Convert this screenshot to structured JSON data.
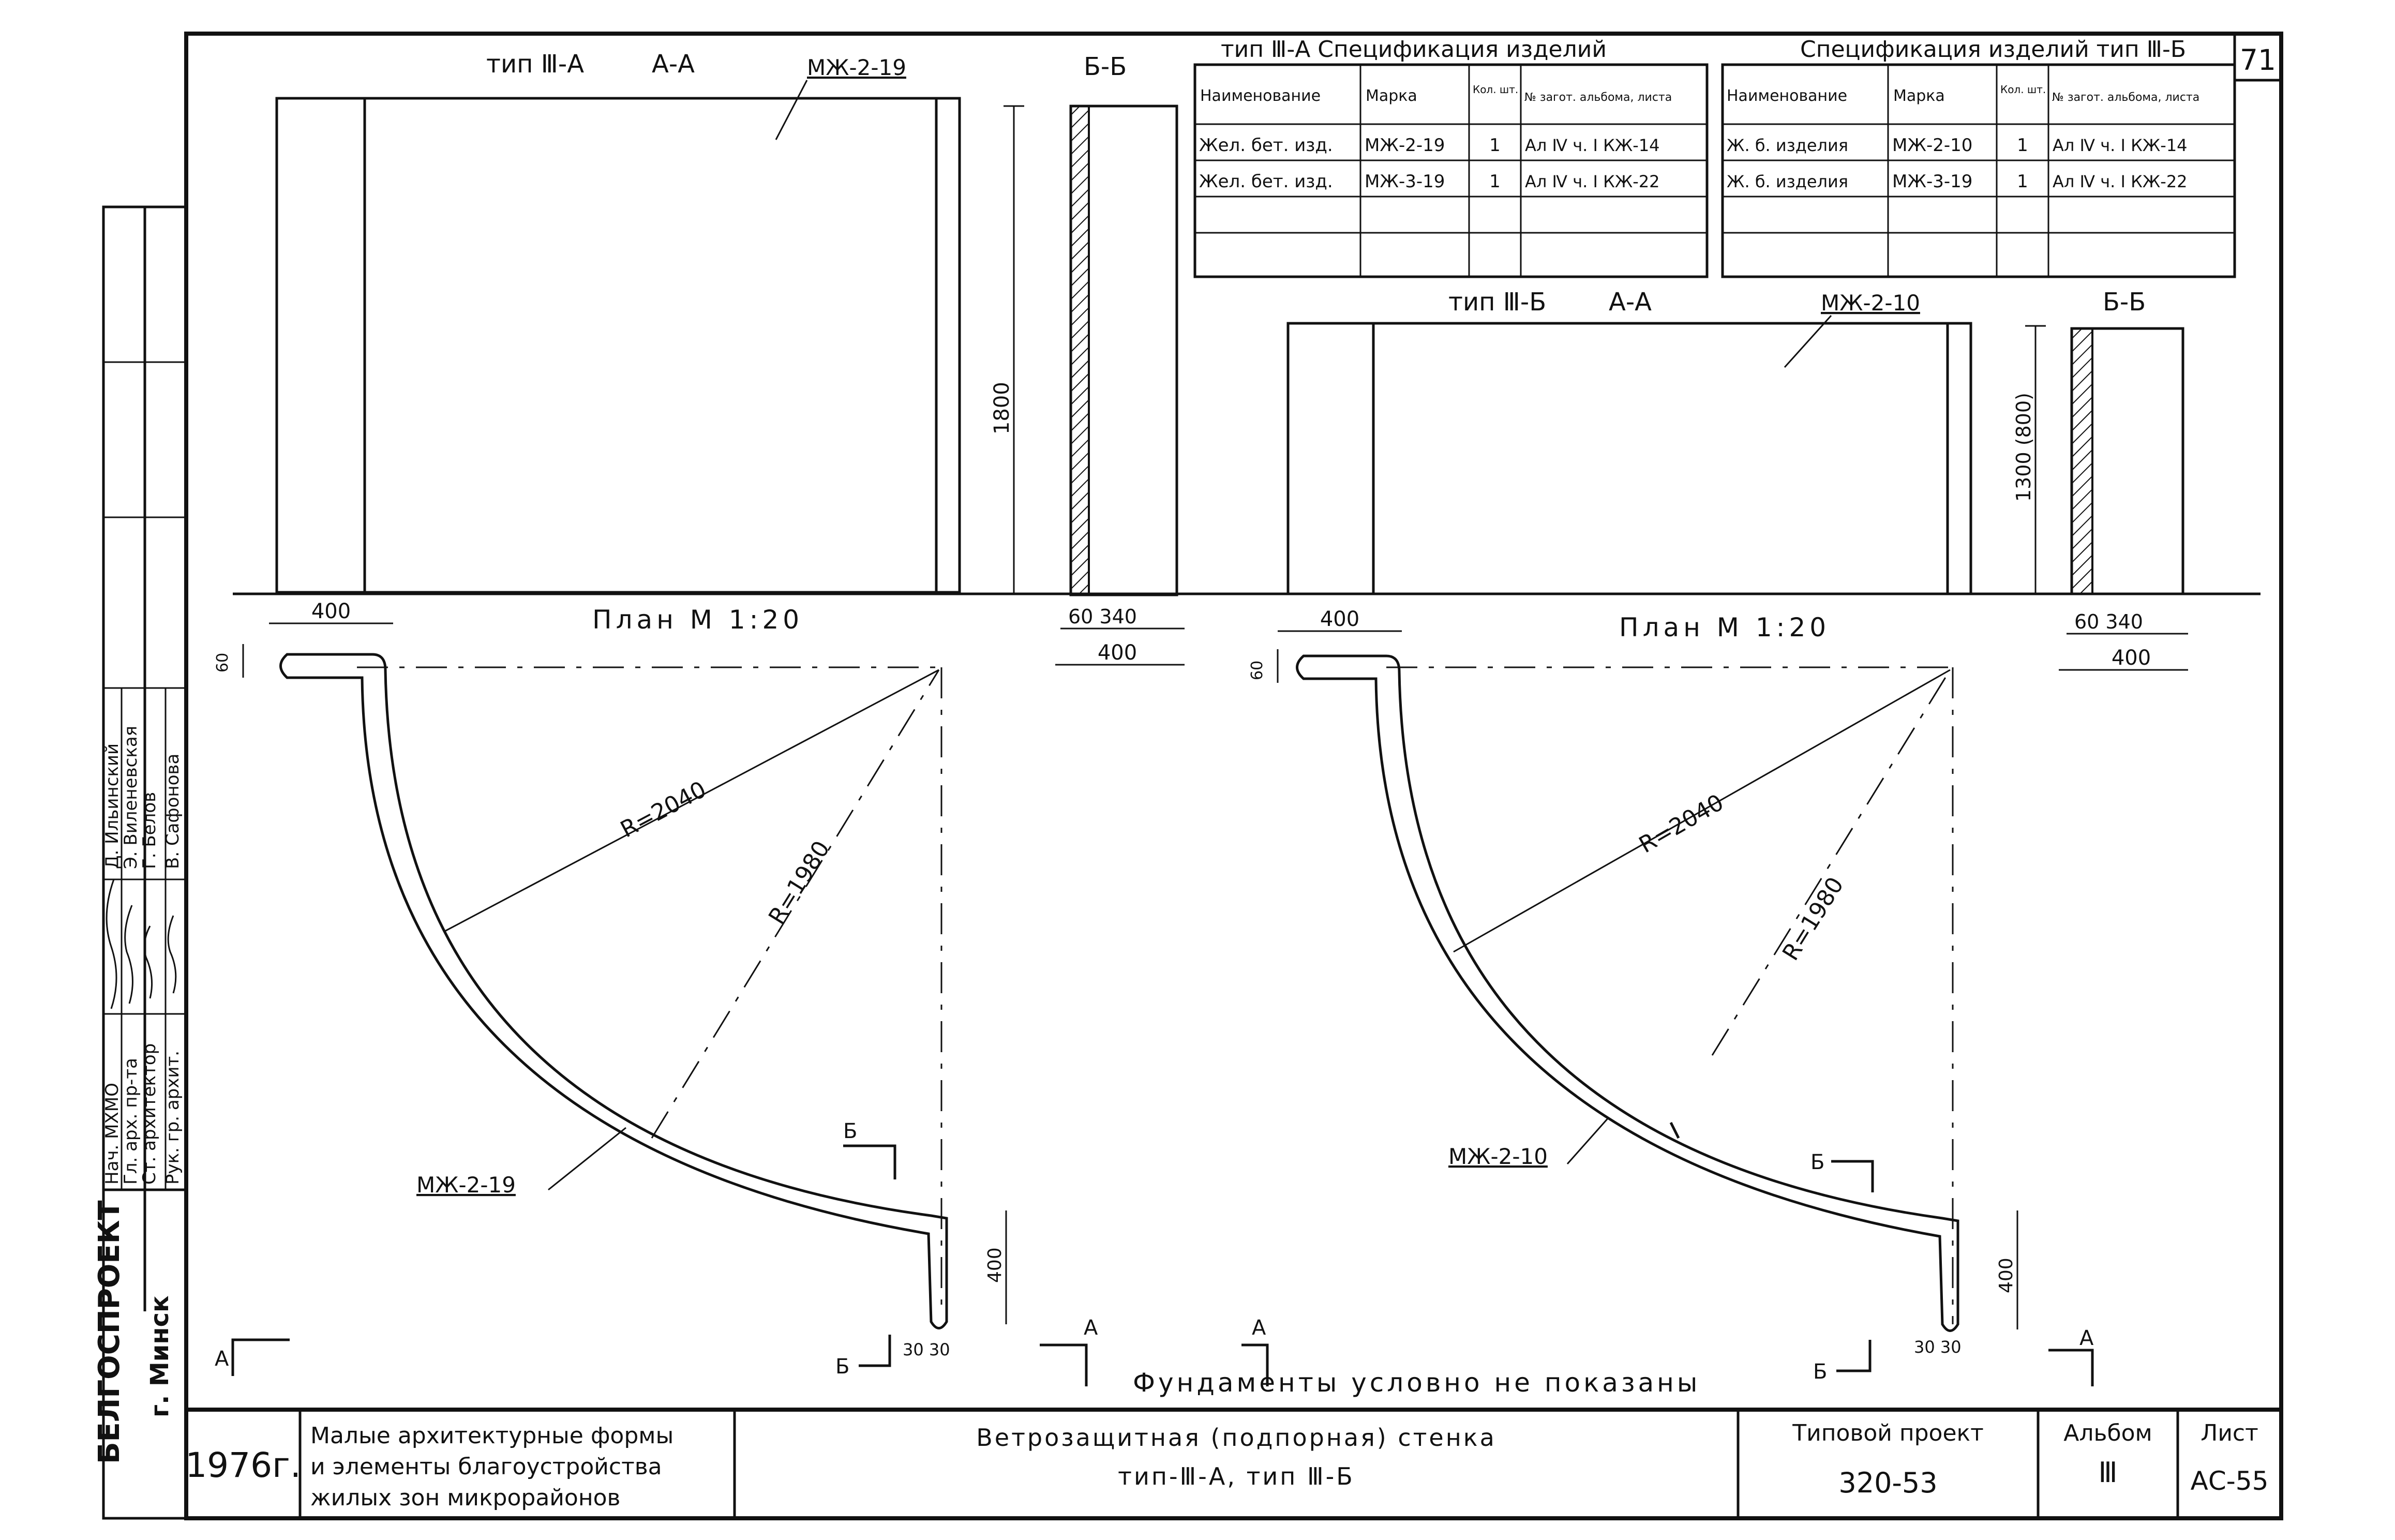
{
  "sheet": {
    "page_number": "71",
    "organization": "БЕЛГОСПРОЕКТ",
    "city": "г. Минск",
    "footer_note": "Фундаменты условно не показаны"
  },
  "signatures": {
    "roles": [
      "Нач. МХМО",
      "Гл. арх. пр-та",
      "Ст. архитектор",
      "Рук. гр. архит."
    ],
    "names": [
      "Д. Ильинский",
      "Э. Виленевская",
      "Г. Белов",
      "В. Сафонова"
    ]
  },
  "type_a": {
    "section_title": "тип Ⅲ-А",
    "section_aa": "А-А",
    "panel_mark": "МЖ-2-19",
    "section_bb": "Б-Б",
    "height_dim": "1800",
    "plan_title": "План М 1:20",
    "dim_400_top": "400",
    "dim_60": "60",
    "dim_60_340": "60 340",
    "dim_400_section": "400",
    "radius_outer": "R=2040",
    "radius_inner": "R=1980",
    "plan_mark": "МЖ-2-19",
    "dim_400_leg": "400",
    "dim_30_30": "30 30",
    "cut_a": "А",
    "cut_b": "Б"
  },
  "type_b": {
    "section_title": "тип Ⅲ-Б",
    "section_aa": "А-А",
    "panel_mark": "МЖ-2-10",
    "section_bb": "Б-Б",
    "height_dim": "1300 (800)",
    "plan_title": "План М 1:20",
    "dim_400_top": "400",
    "dim_60": "60",
    "dim_60_340": "60 340",
    "dim_400_section": "400",
    "radius_outer": "R=2040",
    "radius_inner": "R=1980",
    "plan_mark": "МЖ-2-10",
    "dim_400_leg": "400",
    "dim_30_30": "30 30",
    "cut_a": "А",
    "cut_b": "Б"
  },
  "spec_a": {
    "title": "тип Ⅲ-А Спецификация изделий",
    "headers": [
      "Наименование",
      "Марка",
      "Кол. шт.",
      "№ загот. альбома, листа"
    ],
    "rows": [
      [
        "Жел. бет. изд.",
        "МЖ-2-19",
        "1",
        "Ал Ⅳ ч. Ⅰ КЖ-14"
      ],
      [
        "Жел. бет. изд.",
        "МЖ-3-19",
        "1",
        "Ал Ⅳ ч. Ⅰ КЖ-22"
      ]
    ]
  },
  "spec_b": {
    "title": "Спецификация изделий тип Ⅲ-Б",
    "headers": [
      "Наименование",
      "Марка",
      "Кол. шт.",
      "№ загот. альбома, листа"
    ],
    "rows": [
      [
        "Ж. б. изделия",
        "МЖ-2-10",
        "1",
        "Ал Ⅳ ч. Ⅰ КЖ-14"
      ],
      [
        "Ж. б. изделия",
        "МЖ-3-19",
        "1",
        "Ал Ⅳ ч. Ⅰ КЖ-22"
      ]
    ]
  },
  "title_block": {
    "year": "1976г.",
    "subject_line1": "Малые архитектурные формы",
    "subject_line2": "и элементы благоустройства",
    "subject_line3": "жилых зон микрорайонов",
    "drawing_line1": "Ветрозащитная (подпорная) стенка",
    "drawing_line2": "тип-Ⅲ-А, тип Ⅲ-Б",
    "project_label": "Типовой проект",
    "project_number": "320-53",
    "album_label": "Альбом",
    "album_number": "Ⅲ",
    "sheet_label": "Лист",
    "sheet_number": "АС-55"
  }
}
